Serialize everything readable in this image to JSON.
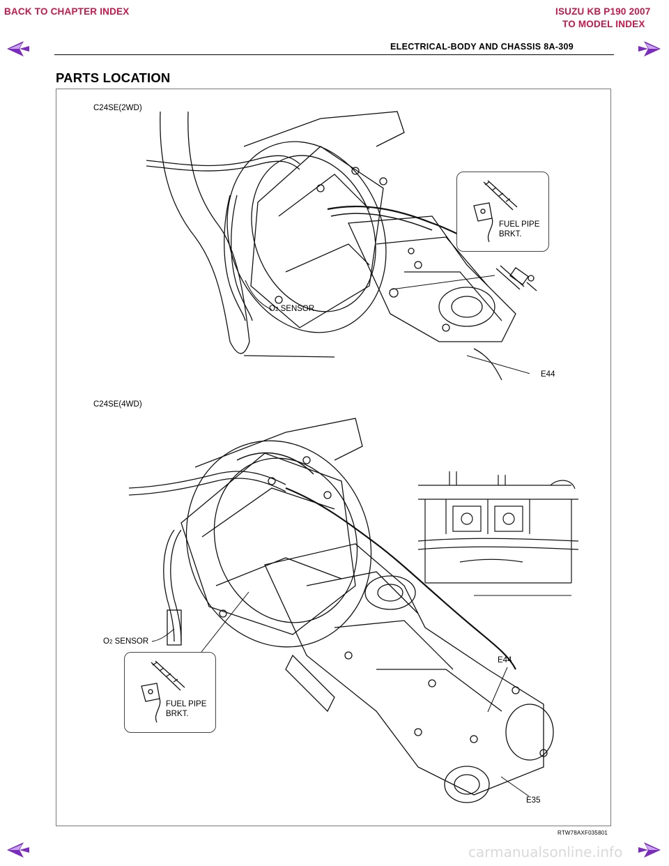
{
  "nav": {
    "back_chapter": "BACK TO CHAPTER INDEX",
    "model_title": "ISUZU KB P190 2007",
    "to_model": "TO MODEL INDEX",
    "arrow_color": "#7b2cbf"
  },
  "header": {
    "title": "ELECTRICAL-BODY AND CHASSIS  8A-309"
  },
  "section": {
    "title": "PARTS LOCATION"
  },
  "figure": {
    "top": {
      "variant": "C24SE(2WD)",
      "callout_label_1": "FUEL PIPE",
      "callout_label_2": "BRKT.",
      "o2_label_prefix": "O",
      "o2_label_sub": "2",
      "o2_label_suffix": " SENSOR",
      "connector": "E44"
    },
    "bottom": {
      "variant": "C24SE(4WD)",
      "o2_label_prefix": "O",
      "o2_label_sub": "2",
      "o2_label_suffix": " SENSOR",
      "callout_label_1": "FUEL PIPE",
      "callout_label_2": "BRKT.",
      "connector_a": "E44",
      "connector_b": "E35"
    },
    "ref_code": "RTW78AXF035801"
  },
  "footer": {
    "watermark": "carmanualsonline.info"
  }
}
